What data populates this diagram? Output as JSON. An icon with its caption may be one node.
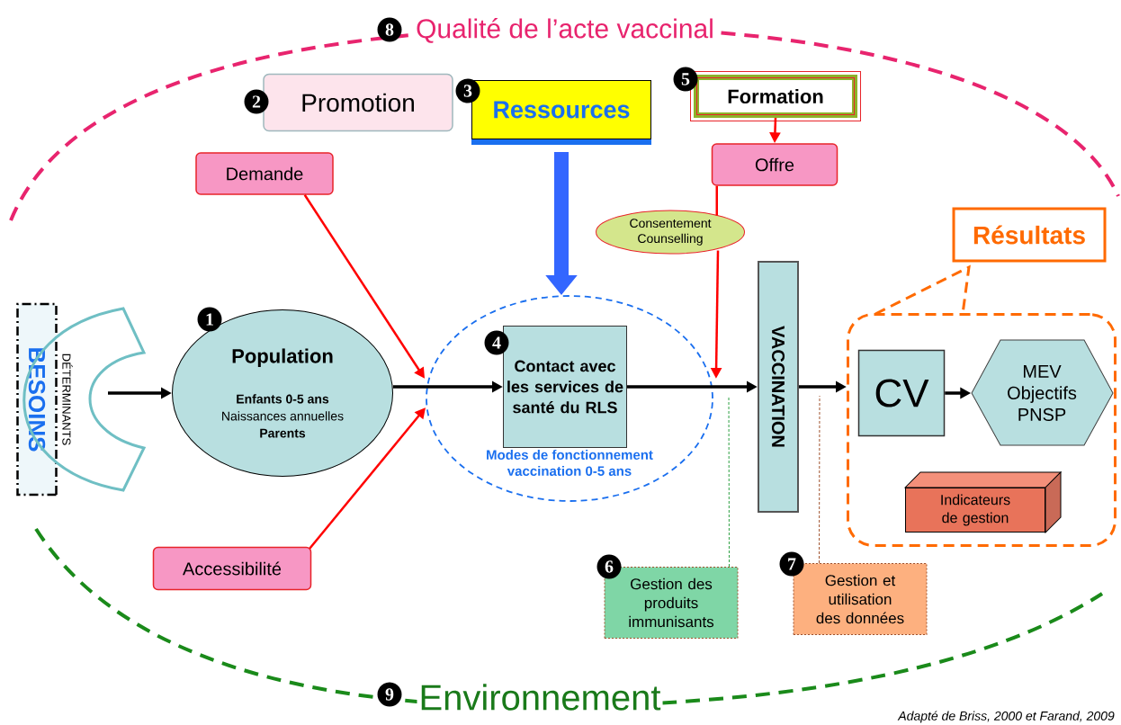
{
  "diagram": {
    "nodes": [
      {
        "text": [
          "BESOINS"
        ]
      },
      {
        "text": [
          "DÉTERMINANTS"
        ]
      },
      {
        "text": [
          "Population",
          "Enfants 0-5 ans",
          "Naissances annuelles",
          "Parents"
        ],
        "beside": [
          "1"
        ]
      },
      {
        "text": [
          "Promotion"
        ],
        "beside": [
          "2"
        ]
      },
      {
        "text": [
          "Ressources"
        ],
        "beside": [
          "3"
        ]
      },
      {
        "text": [
          "Formation"
        ],
        "beside": [
          "5"
        ]
      },
      {
        "text": [
          "Demande"
        ]
      },
      {
        "text": [
          "Offre"
        ]
      },
      {
        "text": [
          "Consentement Counselling"
        ]
      },
      {
        "text": [
          "Accessibilité"
        ]
      },
      {
        "text": [
          "Modes de fonctionnement vaccination 0-5 ans"
        ]
      },
      {
        "text": [
          "Contact avec les services de santé du RLS"
        ],
        "in": 10,
        "beside": [
          "4"
        ]
      },
      {
        "text": [
          "VACCINATION"
        ]
      },
      {
        "text": [
          "Résultats"
        ]
      },
      {
        "text": [],
        "shape": "box"
      },
      {
        "text": [
          "CV"
        ],
        "in": 14
      },
      {
        "text": [
          "MEV Objectifs PNSP"
        ],
        "in": 14
      },
      {
        "text": [
          "Indicateurs de gestion"
        ],
        "in": 14
      },
      {
        "text": [
          "Gestion des produits immunisants"
        ],
        "beside": [
          "6"
        ]
      },
      {
        "text": [
          "Gestion et utilisation des données"
        ],
        "beside": [
          "7"
        ]
      }
    ],
    "edges": [
      {
        "from": 1,
        "to": 2,
        "arrow": "to"
      },
      {
        "from": 2,
        "to": 11,
        "arrow": "to"
      },
      {
        "from": 6,
        "to": 10,
        "arrow": "to",
        "color": "#ff0000"
      },
      {
        "from": 9,
        "to": 10,
        "arrow": "to",
        "color": "#ff0000"
      },
      {
        "from": 4,
        "to": 10,
        "arrow": "to",
        "style": "thick",
        "color": "#3366ff"
      },
      {
        "from": 5,
        "to": 7,
        "arrow": "to",
        "color": "#ff0000"
      },
      {
        "from": 7,
        "to": 8,
        "arrow": "none",
        "color": "#ff0000"
      },
      {
        "from": 8,
        "to": 10,
        "arrow": "to",
        "color": "#ff0000"
      },
      {
        "from": 11,
        "to": 12,
        "arrow": "to"
      },
      {
        "from": 12,
        "to": 14,
        "arrow": "to"
      },
      {
        "from": 15,
        "to": 16,
        "arrow": "to"
      },
      {
        "from": 18,
        "to": null,
        "arrow": "none",
        "style": "dashed",
        "color": "#2ea043"
      },
      {
        "from": 19,
        "to": null,
        "arrow": "none",
        "style": "dashed",
        "color": "#a0522d"
      }
    ],
    "labels": [
      "8",
      "Qualité de l’acte vaccinal",
      "9",
      "Environnement",
      "Adapté de Briss, 2000 et Farand, 2009"
    ]
  }
}
